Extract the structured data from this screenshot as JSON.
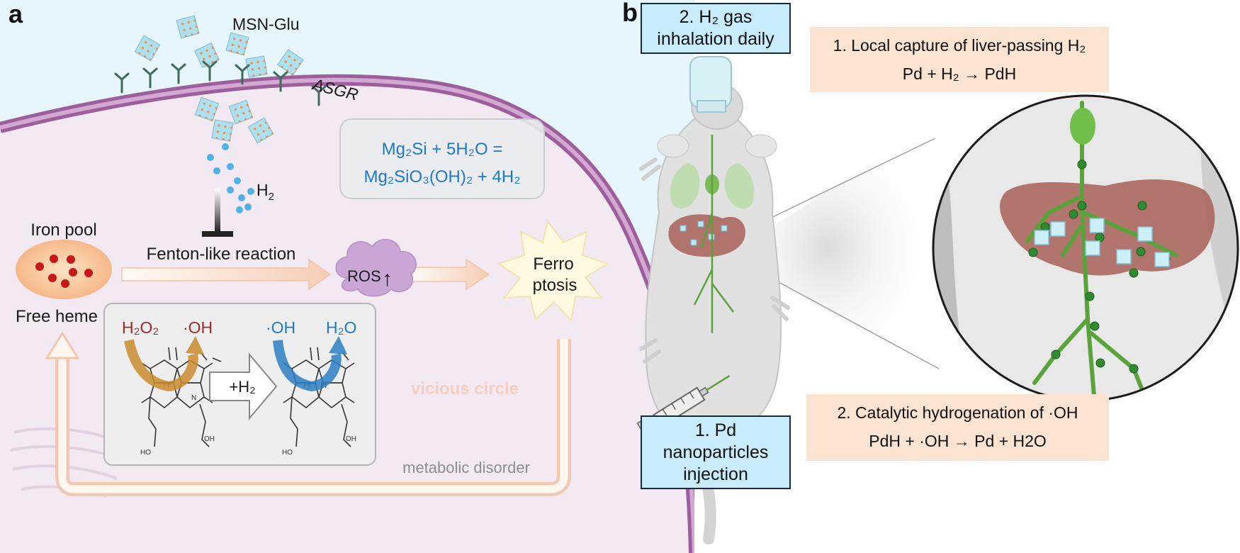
{
  "panel_a": {
    "letter": "a",
    "msn_label": "MSN-Glu",
    "asgr_label": "ASGR",
    "h2_label": "H",
    "h2_sub": "2",
    "equation_line1": "Mg₂Si + 5H₂O =",
    "equation_line2": "Mg₂SiO₃(OH)₂ + 4H₂",
    "iron_pool": "Iron pool",
    "free_heme": "Free heme",
    "fenton": "Fenton-like reaction",
    "ros": "ROS",
    "ros_arrow": "↑",
    "ferro_line1": "Ferro",
    "ferro_line2": "ptosis",
    "vicious_circle": "vicious circle",
    "metabolic_disorder": "metabolic disorder",
    "h2o2": "H₂O₂",
    "oh_red": "·OH",
    "oh_blue": "·OH",
    "h2o": "H₂O",
    "plus_h2": "+H₂",
    "fe_label": "Fe",
    "h_label": "H",
    "n_label": "N",
    "oh_sub": "OH",
    "ho_sub": "HO"
  },
  "panel_b": {
    "letter": "b",
    "box_top": {
      "line1": "2. H₂ gas",
      "line2": "inhalation daily"
    },
    "box_bottom": {
      "line1": "1. Pd",
      "line2": "nanoparticles",
      "line3": "injection"
    },
    "capture": {
      "line1": "1. Local capture of liver-passing H₂",
      "line2": "Pd + H₂ → PdH"
    },
    "catalytic": {
      "line1": "2. Catalytic hydrogenation of ·OH",
      "line2": "PdH + ·OH → Pd + H2O"
    }
  },
  "colors": {
    "cell_bg": "#e6f6fc",
    "cytoplasm": "#f3e9f3",
    "membrane": "#b07ab0",
    "equation_blue": "#1f78c8",
    "ros_cloud": "#c9a6d6",
    "vicious_text": "#f6cfc0",
    "peach_box": "#fbe3d1",
    "blue_box": "#c8ecfb",
    "liver": "#a86058",
    "vessel": "#5aa23a"
  }
}
